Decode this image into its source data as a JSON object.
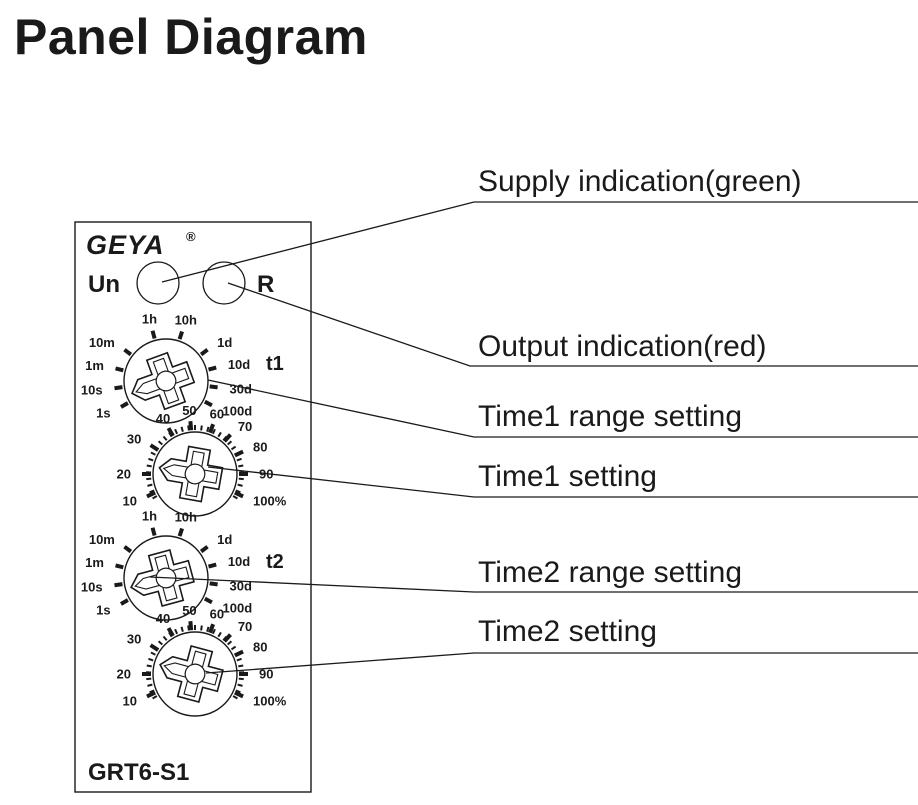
{
  "title": "Panel Diagram",
  "panel": {
    "brand": "GEYA",
    "registered_mark": "®",
    "led_left_label": "Un",
    "led_right_label": "R",
    "model": "GRT6-S1",
    "t1_label": "t1",
    "t2_label": "t2"
  },
  "range_scale": [
    "1s",
    "10s",
    "1m",
    "10m",
    "1h",
    "10h",
    "1d",
    "10d",
    "30d",
    "100d"
  ],
  "percent_scale": [
    "10",
    "20",
    "30",
    "40",
    "50",
    "60",
    "70",
    "80",
    "90",
    "100%"
  ],
  "callouts": {
    "supply": "Supply indication(green)",
    "output": "Output indication(red)",
    "time1_range": "Time1 range setting",
    "time1": "Time1 setting",
    "time2_range": "Time2 range setting",
    "time2": "Time2 setting"
  }
}
